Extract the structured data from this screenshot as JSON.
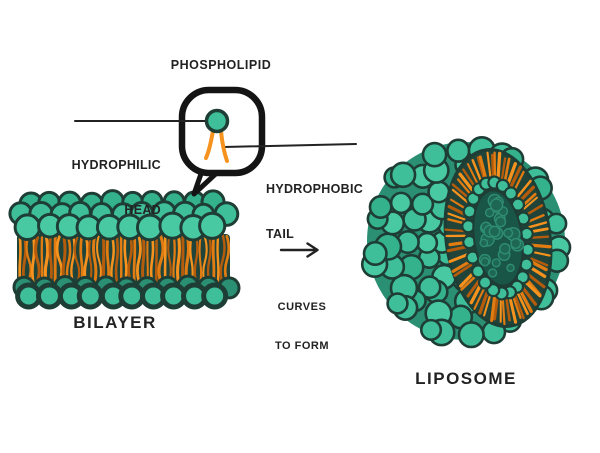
{
  "labels": {
    "phospholipid": "PHOSPHOLIPID",
    "hydrophilic": {
      "line1": "HYDROPHILIC",
      "line2": "HEAD"
    },
    "hydrophobic": {
      "line1": "HYDROPHOBIC",
      "line2": "TAIL"
    },
    "bilayer": "BILAYER",
    "transition": {
      "line1": "CURVES",
      "line2": "TO FORM"
    },
    "liposome": "LIPOSOME"
  },
  "icons": {
    "transition_arrow": "arrow-right-icon"
  },
  "colors": {
    "teal": "#3fbf99",
    "teal_light": "#49c9a2",
    "teal_mid": "#33b28c",
    "teal_deep": "#2b8f73",
    "outline": "#1e3d35",
    "orange": "#f6921e",
    "orange_mid": "#e07c12",
    "orange_dark": "#b45c0c",
    "tail_bg": "#20433a",
    "core": "#195648",
    "core_blob": "#2f8d72",
    "core_blob_fill": "#1e6753",
    "ink": "#222222",
    "bubble_ink": "#141414"
  }
}
